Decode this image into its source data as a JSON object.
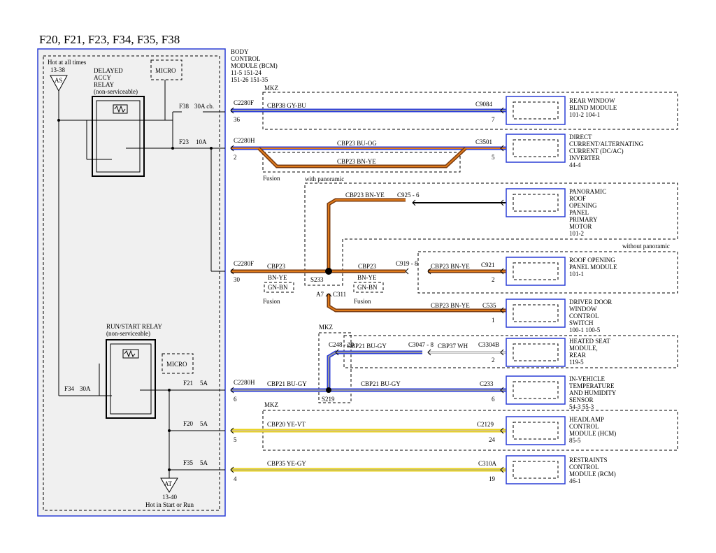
{
  "title": "F20, F21, F23, F34, F35, F38",
  "left_panel": {
    "hot_at_all_times": "Hot at all times",
    "as_ref": "13-38",
    "as_tag": "AS",
    "micro_top": "MICRO",
    "delayed_relay": [
      "DELAYED",
      "ACCY",
      "RELAY",
      "(non-serviceable)"
    ],
    "run_relay": [
      "RUN/START RELAY",
      "(non-serviceable)"
    ],
    "micro_bottom": "MICRO",
    "at_tag": "AT",
    "at_ref": "13-40",
    "hot_in_start": "Hot in Start or Run",
    "fuses": {
      "f38": "F38",
      "f38_rating": "30A cb.",
      "f23": "F23",
      "f23_rating": "10A",
      "f34": "F34",
      "f34_rating": "30A",
      "f21": "F21",
      "f21_rating": "5A",
      "f20": "F20",
      "f20_rating": "5A",
      "f35": "F35",
      "f35_rating": "5A"
    }
  },
  "bcm": {
    "label": [
      "BODY",
      "CONTROL",
      "MODULE (BCM)"
    ],
    "refs": [
      "11-5     151-24",
      "151-26   151-35"
    ]
  },
  "labels": {
    "mkz_1": "MKZ",
    "mkz_2": "MKZ",
    "mkz_3": "MKZ",
    "fusion_1": "Fusion",
    "fusion_2": "Fusion",
    "fusion_3": "Fusion",
    "with_panoramic": "with panoramic",
    "without_panoramic": "without panoramic",
    "bn_ye_box": "BN-YE",
    "gn_bn_box": "GN-BN",
    "bn_ye_box2": "BN-YE",
    "gn_bn_box2": "GN-BN"
  },
  "connectors": {
    "c2280f_1": "C2280F",
    "pin36": "36",
    "c2280h_1": "C2280H",
    "pin2": "2",
    "c2280f_2": "C2280F",
    "pin30": "30",
    "c2280h_2": "C2280H",
    "pin6": "6",
    "pin5": "5",
    "pin4": "4",
    "c9084": "C9084",
    "c9084_pin": "7",
    "c3501": "C3501",
    "c3501_pin": "5",
    "c925": "C925 - 6",
    "c919": "C919 - 8",
    "c921": "C921",
    "c921_pin": "2",
    "c535": "C535",
    "c535_pin": "1",
    "c248": "C248 - 20",
    "c3047": "C3047 - 8",
    "c3304b": "C3304B",
    "c3304b_pin": "2",
    "c233": "C233",
    "c233_pin": "6",
    "c2129": "C2129",
    "c2129_pin": "24",
    "c310a": "C310A",
    "c310a_pin": "19",
    "s233": "S233",
    "s219": "S219",
    "a7": "A7",
    "c311": "C311"
  },
  "circuits": {
    "cbp38": "CBP38   GY-BU",
    "cbp23_a": "CBP23   BU-OG",
    "cbp23_b": "CBP23   BN-YE",
    "cbp23_c": "CBP23   BN-YE",
    "cbp23_d": "CBP23",
    "cbp23_e": "CBP23",
    "cbp23_f": "CBP23   BN-YE",
    "cbp23_g": "CBP23   BN-YE",
    "cbp21_a": "CBP21   BU-GY",
    "cbp37": "CBP37   WH",
    "cbp21_b": "CBP21   BU-GY",
    "cbp21_c": "CBP21   BU-GY",
    "cbp20": "CBP20   YE-VT",
    "cbp35": "CBP35   YE-GY"
  },
  "modules": {
    "rear_blind": [
      "REAR WINDOW",
      "BLIND MODULE",
      "101-2   104-1"
    ],
    "dcac": [
      "DIRECT",
      "CURRENT/ALTERNATING",
      "CURRENT (DC/AC)",
      "INVERTER",
      "44-4"
    ],
    "panoramic": [
      "PANORAMIC",
      "ROOF",
      "OPENING",
      "PANEL",
      "PRIMARY",
      "MOTOR",
      "101-2"
    ],
    "roof_panel": [
      "ROOF OPENING",
      "PANEL MODULE",
      "101-1"
    ],
    "driver_door": [
      "DRIVER DOOR",
      "WINDOW",
      "CONTROL",
      "SWITCH",
      "100-1       100-5"
    ],
    "heated_seat": [
      "HEATED SEAT",
      "MODULE,",
      "REAR",
      "119-5"
    ],
    "in_vehicle": [
      "IN-VEHICLE",
      "TEMPERATURE",
      "AND HUMIDITY",
      "SENSOR",
      "54-3    55-3"
    ],
    "headlamp": [
      "HEADLAMP",
      "CONTROL",
      "MODULE (HCM)",
      "85-5"
    ],
    "restraints": [
      "RESTRAINTS",
      "CONTROL",
      "MODULE (RCM)",
      "46-1"
    ]
  },
  "colors": {
    "frame_blue": "#2b3fd6",
    "wire_blue": "#2e3fd9",
    "wire_gray": "#9a9a9a",
    "wire_orange": "#e07b1a",
    "wire_brown": "#7a3b10",
    "wire_yellow": "#e8d21c",
    "wire_violet": "#8a5ab0",
    "panel_bg": "#f0f0f0"
  }
}
